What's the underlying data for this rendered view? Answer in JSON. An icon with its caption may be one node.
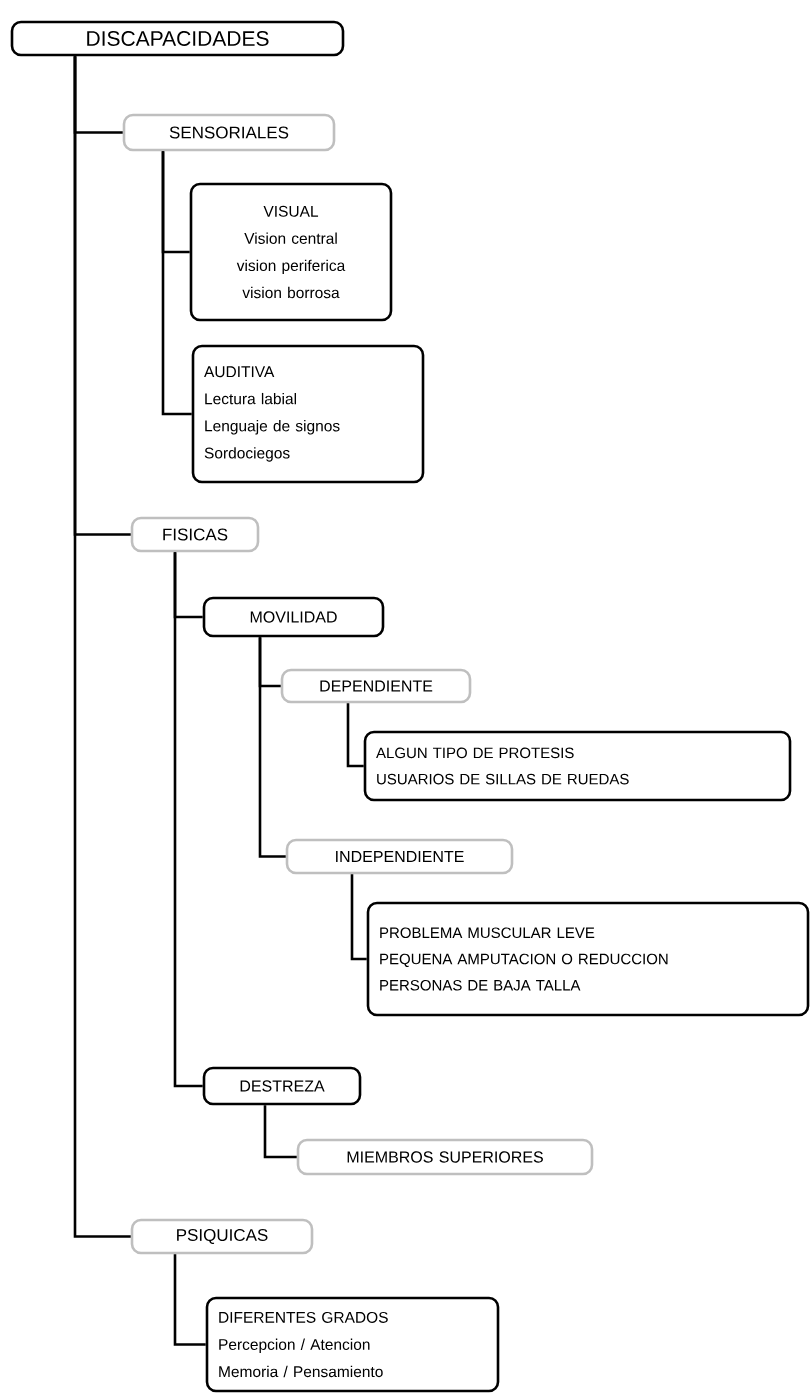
{
  "diagram": {
    "nodes": [
      {
        "text": [
          "DISCAPACIDADES"
        ]
      },
      {
        "text": [
          "SENSORIALES"
        ]
      },
      {
        "text": [
          "VISUAL",
          "Vision central",
          "vision periferica",
          "vision borrosa"
        ]
      },
      {
        "text": [
          "AUDITIVA",
          "Lectura labial",
          "Lenguaje de signos",
          "Sordociegos"
        ]
      },
      {
        "text": [
          "FISICAS"
        ]
      },
      {
        "text": [
          "MOVILIDAD"
        ]
      },
      {
        "text": [
          "DEPENDIENTE"
        ]
      },
      {
        "text": [
          "ALGUN TIPO DE PROTESIS",
          "USUARIOS DE SILLAS DE RUEDAS"
        ]
      },
      {
        "text": [
          "INDEPENDIENTE"
        ]
      },
      {
        "text": [
          "PROBLEMA MUSCULAR LEVE",
          "PEQUENA AMPUTACION O REDUCCION",
          "PERSONAS DE BAJA TALLA"
        ]
      },
      {
        "text": [
          "DESTREZA"
        ]
      },
      {
        "text": [
          "MIEMBROS SUPERIORES"
        ]
      },
      {
        "text": [
          "PSIQUICAS"
        ]
      },
      {
        "text": [
          "DIFERENTES GRADOS",
          "Percepcion / Atencion",
          "Memoria / Pensamiento"
        ]
      }
    ],
    "edges": [
      {
        "from": 0,
        "to": 1,
        "arrow": "none"
      },
      {
        "from": 1,
        "to": 2,
        "arrow": "none"
      },
      {
        "from": 1,
        "to": 3,
        "arrow": "none"
      },
      {
        "from": 0,
        "to": 4,
        "arrow": "none"
      },
      {
        "from": 4,
        "to": 5,
        "arrow": "none"
      },
      {
        "from": 5,
        "to": 6,
        "arrow": "none"
      },
      {
        "from": 6,
        "to": 7,
        "arrow": "none"
      },
      {
        "from": 5,
        "to": 8,
        "arrow": "none"
      },
      {
        "from": 8,
        "to": 9,
        "arrow": "none"
      },
      {
        "from": 4,
        "to": 10,
        "arrow": "none"
      },
      {
        "from": 10,
        "to": 11,
        "arrow": "none"
      },
      {
        "from": 0,
        "to": 12,
        "arrow": "none"
      },
      {
        "from": 12,
        "to": 13,
        "arrow": "none"
      }
    ]
  }
}
